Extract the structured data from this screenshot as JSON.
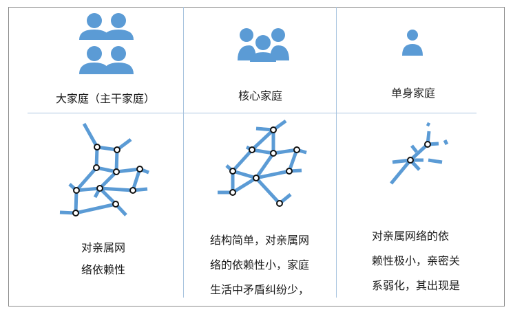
{
  "columns": [
    {
      "title": "大家庭（主干家庭）",
      "icon": "family-four-icon",
      "network": "dense-network",
      "description": [
        "对亲属网",
        "络依赖性"
      ]
    },
    {
      "title": "核心家庭",
      "icon": "family-group-icon",
      "network": "medium-network",
      "description": [
        "结构简单，对亲属网",
        "络的依赖性小，家庭",
        "生活中矛盾纠纷少，"
      ]
    },
    {
      "title": "单身家庭",
      "icon": "single-person-icon",
      "network": "sparse-network",
      "description": [
        "对亲属网络的依",
        "赖性极小，亲密关",
        "系弱化，其出现是"
      ]
    }
  ],
  "colors": {
    "accent": "#5b9bd5",
    "divider": "#a9c4df",
    "node_fill": "#ffffff",
    "node_stroke": "#111111"
  }
}
